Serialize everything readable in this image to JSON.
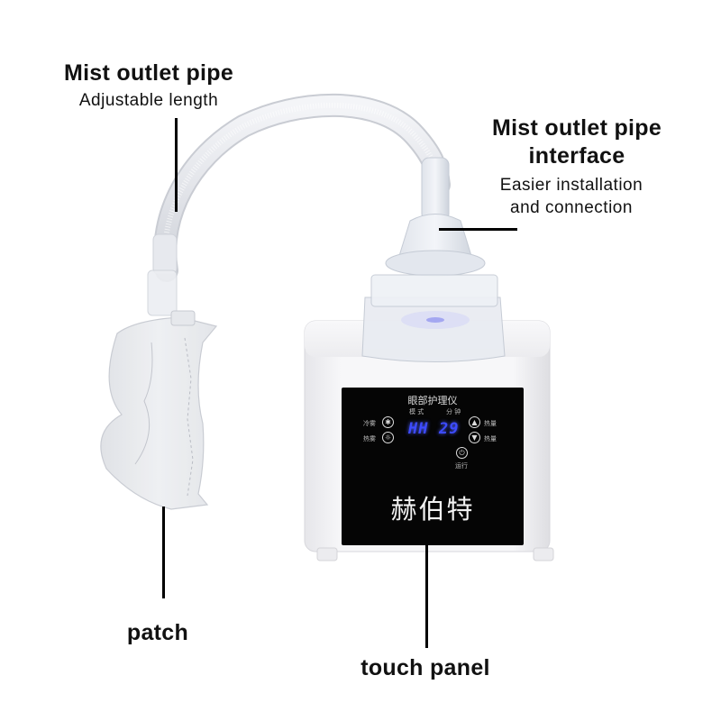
{
  "callouts": {
    "outlet_pipe": {
      "title": "Mist outlet pipe",
      "subtitle": "Adjustable length"
    },
    "pipe_interface": {
      "title_line1": "Mist outlet pipe",
      "title_line2": "interface",
      "subtitle_line1": "Easier installation",
      "subtitle_line2": "and connection"
    },
    "patch": {
      "title": "patch"
    },
    "touch_panel": {
      "title": "touch panel"
    }
  },
  "device_panel": {
    "title": "眼部护理仪",
    "mode_label": "模 式",
    "minute_label": "分 钟",
    "mode_display": "HH",
    "minute_display": "29",
    "cold_mist_label": "冷雾",
    "hot_mist_label": "热雾",
    "heat_up_label": "热量",
    "heat_down_label": "热量",
    "run_label": "运行",
    "brand": "赫伯特",
    "icons": {
      "cold": "snowflake-icon",
      "hot": "sun-icon",
      "up": "arrow-up-icon",
      "down": "arrow-down-icon",
      "power": "power-icon"
    }
  },
  "colors": {
    "display_blue": "#3d4bff",
    "panel_black": "#050505",
    "body_white": "#f4f4f6"
  }
}
